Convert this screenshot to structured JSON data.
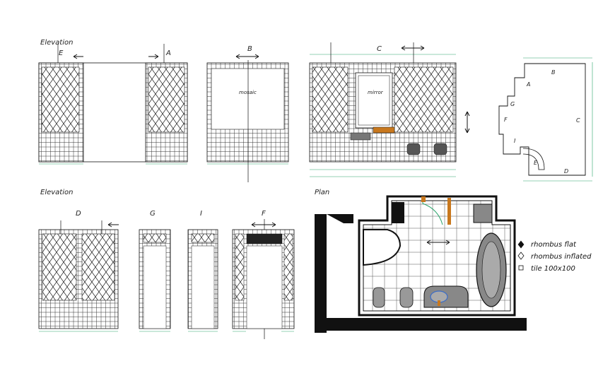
{
  "drawing": {
    "title_elevation_top": "Elevation",
    "title_elevation_bottom": "Elevation",
    "title_plan": "Plan",
    "views_top": {
      "view_e_label": "E",
      "view_a_label": "A",
      "view_b_label": "B",
      "view_c_label": "C",
      "mosaic_text": "mosaic",
      "mirror_text": "mirror"
    },
    "views_bottom": {
      "view_d_label": "D",
      "view_g_label": "G",
      "view_i_label": "I",
      "view_f_label": "F"
    },
    "keyplan": {
      "labels": [
        "B",
        "A",
        "G",
        "F",
        "C",
        "I",
        "E",
        "D"
      ]
    },
    "legend": {
      "items": [
        {
          "symbol": "rhombus-flat-icon",
          "text": "rhombus flat"
        },
        {
          "symbol": "rhombus-inflated-icon",
          "text": "rhombus inflated"
        },
        {
          "symbol": "tile-square-icon",
          "text": "tile 100x100"
        }
      ]
    },
    "colors": {
      "line": "#111111",
      "dimension": "#2aa36a",
      "fixture_fill": "#9a9a9a",
      "accent": "#c8781e"
    }
  }
}
